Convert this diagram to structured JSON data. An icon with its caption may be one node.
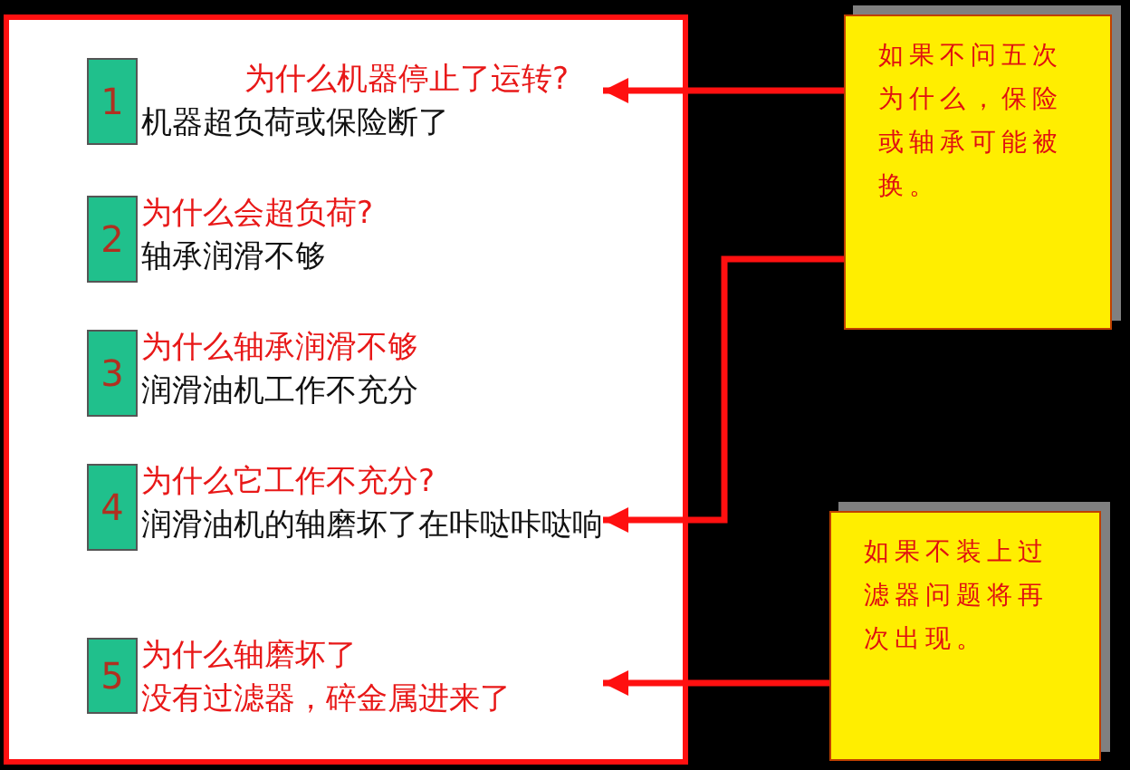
{
  "diagram": {
    "nodes": [
      {
        "text": [],
        "shape": "box"
      },
      {
        "text": [
          "1"
        ],
        "in": 0
      },
      {
        "text": [
          "为什么机器停止了运转?",
          "机器超负荷或保险断了"
        ],
        "in": 0
      },
      {
        "text": [
          "2"
        ],
        "in": 0
      },
      {
        "text": [
          "为什么会超负荷?",
          "轴承润滑不够"
        ],
        "in": 0
      },
      {
        "text": [
          "3"
        ],
        "in": 0
      },
      {
        "text": [
          "为什么轴承润滑不够",
          "润滑油机工作不充分"
        ],
        "in": 0
      },
      {
        "text": [
          "4"
        ],
        "in": 0
      },
      {
        "text": [
          "为什么它工作不充分?",
          "润滑油机的轴磨坏了在咔哒咔哒响"
        ],
        "in": 0
      },
      {
        "text": [
          "5"
        ],
        "in": 0
      },
      {
        "text": [
          "为什么轴磨坏了",
          "没有过滤器，碎金属进来了"
        ],
        "in": 0
      },
      {
        "text": [
          "如果不问五次为什么，保险或轴承可能被换。"
        ]
      },
      {
        "text": [
          "如果不装上过滤器问题将再次出现。"
        ]
      }
    ],
    "edges": [
      {
        "from": 11,
        "to": 2,
        "arrow": "to"
      },
      {
        "from": 11,
        "to": 8,
        "arrow": "to"
      },
      {
        "from": 12,
        "to": 10,
        "arrow": "to"
      }
    ]
  }
}
